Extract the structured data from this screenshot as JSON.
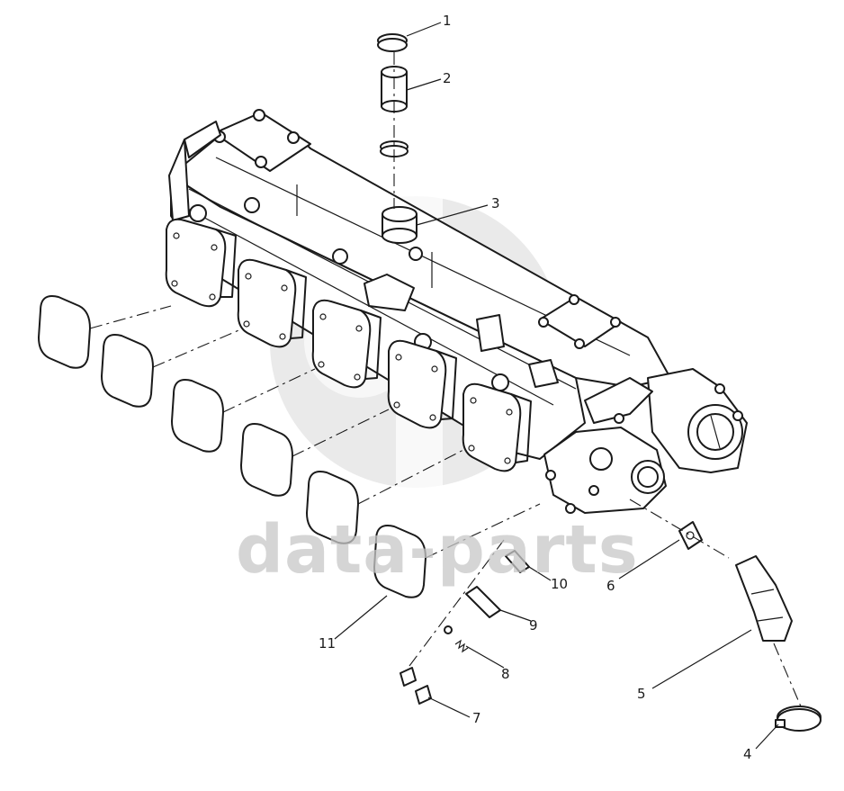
{
  "callouts": [
    {
      "id": "1",
      "label": "1"
    },
    {
      "id": "2",
      "label": "2"
    },
    {
      "id": "3",
      "label": "3"
    },
    {
      "id": "4",
      "label": "4"
    },
    {
      "id": "5",
      "label": "5"
    },
    {
      "id": "6",
      "label": "6"
    },
    {
      "id": "7",
      "label": "7"
    },
    {
      "id": "8",
      "label": "8"
    },
    {
      "id": "9",
      "label": "9"
    },
    {
      "id": "10",
      "label": "10"
    },
    {
      "id": "11",
      "label": "11"
    }
  ],
  "watermark": {
    "text": "data-parts",
    "color": "#c8c8c8"
  },
  "colors": {
    "line": "#1a1a1a",
    "background": "#ffffff"
  }
}
